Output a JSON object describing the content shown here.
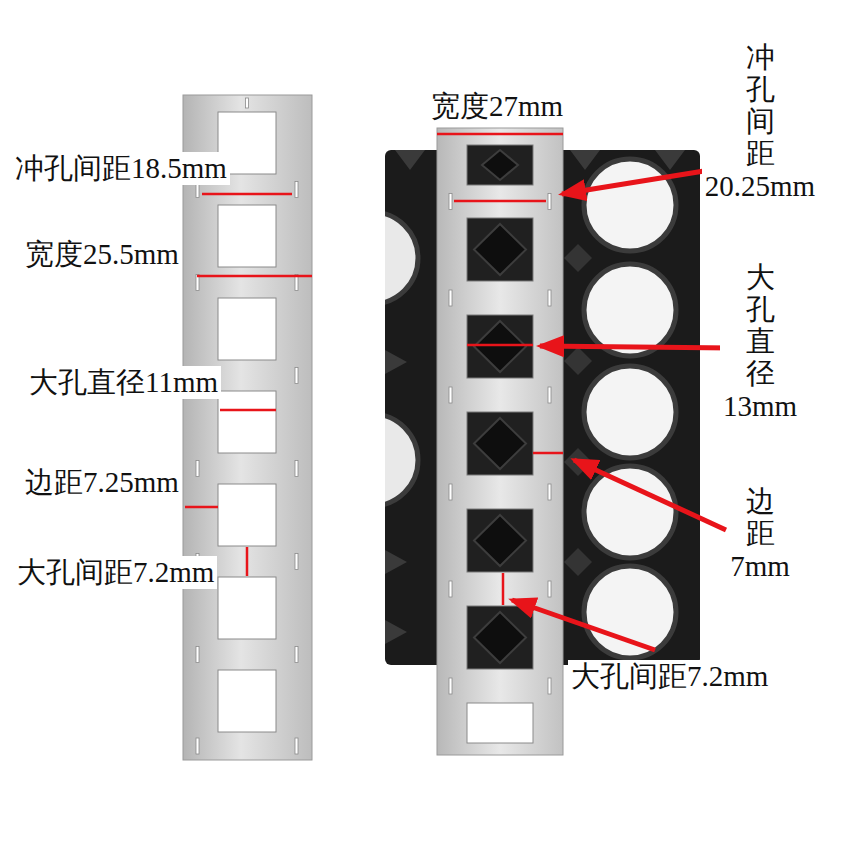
{
  "diagram": {
    "labels": [
      "冲孔间距18.5mm",
      "宽度25.5mm",
      "大孔直径11mm",
      "边距7.25mm",
      "大孔间距7.2mm",
      "宽度27mm",
      "冲孔间距20.25mm",
      "大孔直径13mm",
      "边距7mm",
      "大孔间距7.2mm"
    ]
  }
}
